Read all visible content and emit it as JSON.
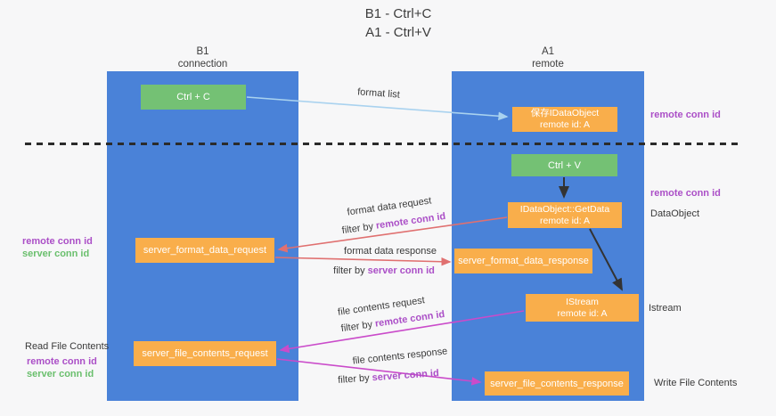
{
  "title": {
    "line1": "B1 - Ctrl+C",
    "line2": "A1 - Ctrl+V"
  },
  "lanes": {
    "left": {
      "name_line1": "B1",
      "name_line2": "connection"
    },
    "right": {
      "name_line1": "A1",
      "name_line2": "remote"
    }
  },
  "boxes": {
    "ctrl_c": "Ctrl + C",
    "ctrl_v": "Ctrl + V",
    "save_idataobject": {
      "line1": "保存IDataObject",
      "line2": "remote id: A"
    },
    "getdata": {
      "line1": "IDataObject::GetData",
      "line2": "remote id: A"
    },
    "istream": {
      "line1": "IStream",
      "line2": "remote id: A"
    },
    "server_format_data_request": "server_format_data_request",
    "server_format_data_response": "server_format_data_response",
    "server_file_contents_request": "server_file_contents_request",
    "server_file_contents_response": "server_file_contents_response"
  },
  "annotations": {
    "remote_conn_id": "remote conn id",
    "server_conn_id": "server conn id",
    "dataobject": "DataObject",
    "istream": "Istream",
    "read_file_contents": "Read File Contents",
    "write_file_contents": "Write File Contents"
  },
  "arrow_labels": {
    "format_list": "format list",
    "format_data_request": "format data request",
    "format_data_response": "format data response",
    "file_contents_request": "file contents request",
    "file_contents_response": "file contents response",
    "filter_by": "filter by "
  },
  "colors": {
    "lane_blue": "#4a82d8",
    "box_orange": "#f9ae4b",
    "box_green": "#74c174",
    "arrow_light_blue": "#a9d2ef",
    "arrow_red": "#e07070",
    "arrow_magenta": "#ca4bca",
    "arrow_black": "#333333",
    "text_purple": "#ab4fc7",
    "text_green": "#6abf6d",
    "background": "#f7f7f8"
  }
}
